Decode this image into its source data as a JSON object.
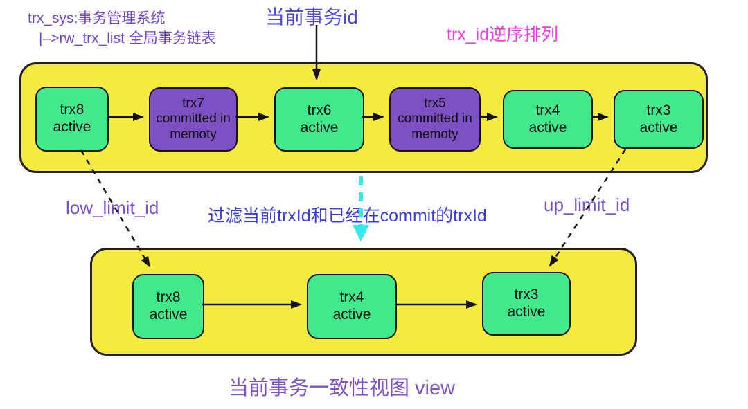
{
  "colors": {
    "container_fill": "#f6e93f",
    "active_node_fill": "#41e98d",
    "committed_node_fill": "#7d50c4",
    "node_border": "#141414",
    "arrow_black": "#121212",
    "filter_arrow_cyan": "#39e9ea",
    "annotation_purple": "#7b52c8",
    "annotation_blue": "#4a46de",
    "annotation_magenta": "#f13ae4"
  },
  "annotations": {
    "trx_sys_title": "trx_sys:事务管理系统",
    "rw_trx_list_line": "|–>rw_trx_list 全局事务链表",
    "current_trx_id": "当前事务id",
    "trx_id_order": "trx_id逆序排列",
    "low_limit_id": "low_limit_id",
    "filter_note": "过滤当前trxId和已经在commit的trxId",
    "up_limit_id": "up_limit_id",
    "view_caption": "当前事务一致性视图 view"
  },
  "rw_trx_list": {
    "nodes": [
      {
        "id": "trx8",
        "state": "active"
      },
      {
        "id": "trx7",
        "state": "committed in memoty"
      },
      {
        "id": "trx6",
        "state": "active"
      },
      {
        "id": "trx5",
        "state": "committed in memoty"
      },
      {
        "id": "trx4",
        "state": "active"
      },
      {
        "id": "trx3",
        "state": "active"
      }
    ]
  },
  "consistency_view": {
    "nodes": [
      {
        "id": "trx8",
        "state": "active"
      },
      {
        "id": "trx4",
        "state": "active"
      },
      {
        "id": "trx3",
        "state": "active"
      }
    ]
  }
}
